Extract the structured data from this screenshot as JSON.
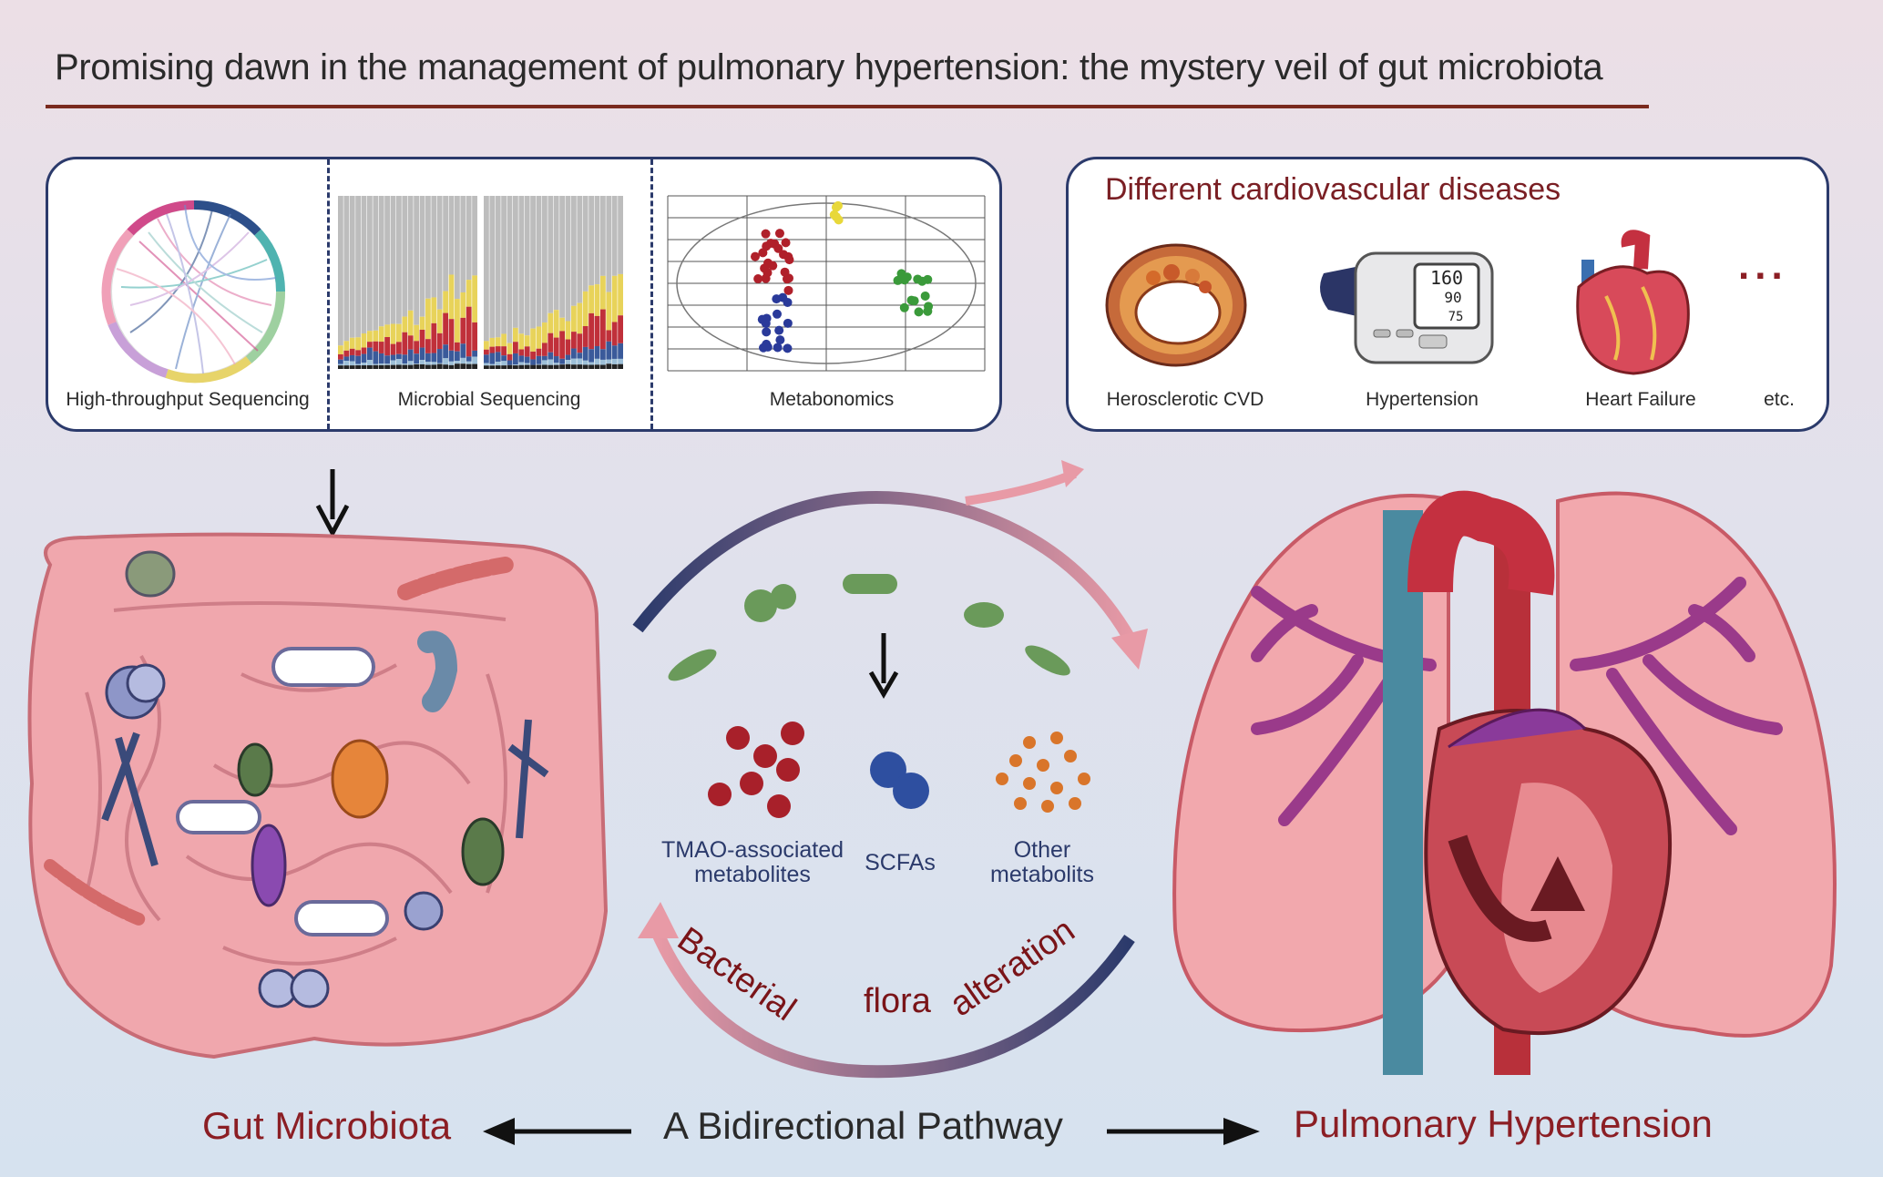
{
  "title": "Promising dawn in the management of pulmonary hypertension: the mystery veil of gut microbiota",
  "methods": {
    "captions": [
      "High-throughput Sequencing",
      "Microbial Sequencing",
      "Metabonomics"
    ]
  },
  "cvd": {
    "title": "Different cardiovascular diseases",
    "items": [
      "Herosclerotic CVD",
      "Hypertension",
      "Heart Failure",
      "etc."
    ],
    "bp_readings": [
      "160",
      "90",
      "75"
    ],
    "ellipsis": "..."
  },
  "metabolites": {
    "tmao": "TMAO-associated\nmetabolites",
    "tmao_line1": "TMAO-associated",
    "tmao_line2": "metabolites",
    "scfas": "SCFAs",
    "other_line1": "Other",
    "other_line2": "metabolits"
  },
  "arc_text": {
    "word1": "Bacterial",
    "word2": "flora",
    "word3": "alteration"
  },
  "bottom": {
    "left": "Gut Microbiota",
    "center": "A Bidirectional Pathway",
    "right": "Pulmonary Hypertension"
  },
  "colors": {
    "accent_red": "#8b1e24",
    "navy": "#2b3a6b",
    "pink": "#e89aa6",
    "intestine": "#f0a7ad",
    "lung": "#f2a8ad",
    "bacteria_green": "#6a9a5a"
  },
  "icons": [
    "down-arrow-icon",
    "left-arrow-icon",
    "right-arrow-icon"
  ]
}
